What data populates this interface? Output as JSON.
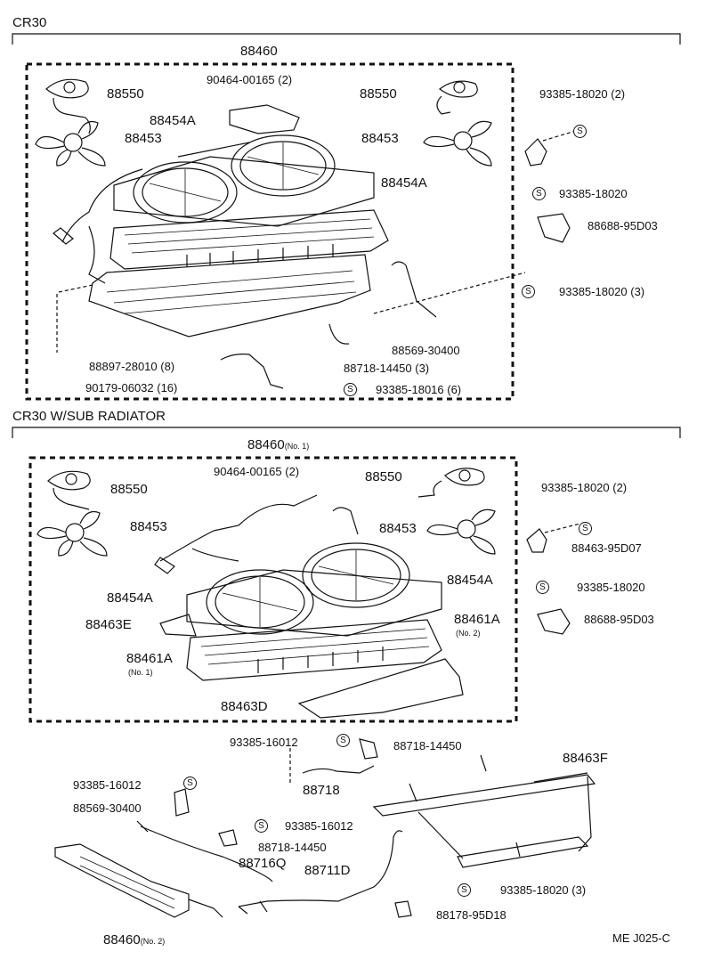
{
  "sections": {
    "top_title": "CR30",
    "bottom_title": "CR30 W/SUB RADIATOR"
  },
  "top": {
    "assy": "88460",
    "p88550_left": "88550",
    "p90464": "90464-00165 (2)",
    "p88550_right": "88550",
    "p93385_18020_2": "93385-18020 (2)",
    "p88454a_a": "88454A",
    "p88453_left": "88453",
    "p88453_right": "88453",
    "p88454a_b": "88454A",
    "p93385_18020": "93385-18020",
    "p88688": "88688-95D03",
    "p93385_18020_3": "93385-18020 (3)",
    "p88569": "88569-30400",
    "p88897": "88897-28010 (8)",
    "p88718": "88718-14450 (3)",
    "p90179": "90179-06032 (16)",
    "p93385_16016": "93385-18016 (6)"
  },
  "bottom": {
    "assy": "88460",
    "assy_sub": "(No. 1)",
    "p90464": "90464-00165 (2)",
    "p88550_left": "88550",
    "p88550_right": "88550",
    "p93385_18020_2": "93385-18020 (2)",
    "p88453_left": "88453",
    "p88453_right": "88453",
    "p88463_95d07": "88463-95D07",
    "p88454a_left": "88454A",
    "p88454a_right": "88454A",
    "p93385_18020": "93385-18020",
    "p88463e": "88463E",
    "p88461a_right": "88461A",
    "p88461a_right_sub": "(No. 2)",
    "p88688": "88688-95D03",
    "p88461a_left": "88461A",
    "p88461a_left_sub": "(No. 1)",
    "p88463d": "88463D",
    "p93385_16012_a": "93385-16012",
    "p88718_14450_a": "88718-14450",
    "p88463f": "88463F",
    "p88718": "88718",
    "p93385_16012_b": "93385-16012",
    "p88569": "88569-30400",
    "p93385_16012_c": "93385-16012",
    "p88718_14450_b": "88718-14450",
    "p88716q": "88716Q",
    "p88711d": "88711D",
    "p93385_18020_3": "93385-18020 (3)",
    "p88178": "88178-95D18",
    "p88460_no2": "88460",
    "p88460_no2_sub": "(No. 2)"
  },
  "symbol_letter": "S",
  "footer_code": "ME J025-C"
}
